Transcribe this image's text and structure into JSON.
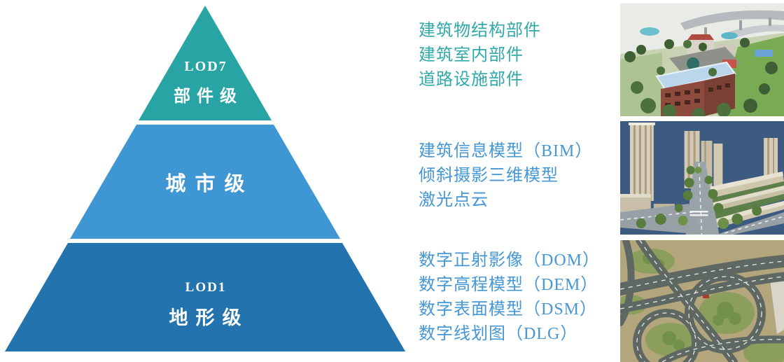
{
  "pyramid": {
    "levels": [
      {
        "code": "LOD7",
        "label": "部件级",
        "color": "#29a4a4"
      },
      {
        "code": "",
        "label": "城市级",
        "color": "#3e97d3"
      },
      {
        "code": "LOD1",
        "label": "地形级",
        "color": "#2273ae"
      }
    ]
  },
  "descriptions": [
    {
      "color": "#2fa9a9",
      "lines": [
        "建筑物结构部件",
        "建筑室内部件",
        "道路设施部件"
      ]
    },
    {
      "color": "#4697d6",
      "lines": [
        "建筑信息模型（BIM）",
        "倾斜摄影三维模型",
        "激光点云"
      ]
    },
    {
      "color": "#4697d6",
      "lines": [
        "数字正射影像（DOM）",
        "数字高程模型（DEM）",
        "数字表面模型（DSM）",
        "数字线划图（DLG）"
      ]
    }
  ],
  "thumbnails": [
    {
      "name": "component-level-3d-building-render"
    },
    {
      "name": "city-level-oblique-photography-model"
    },
    {
      "name": "terrain-level-highway-interchange-aerial"
    }
  ]
}
